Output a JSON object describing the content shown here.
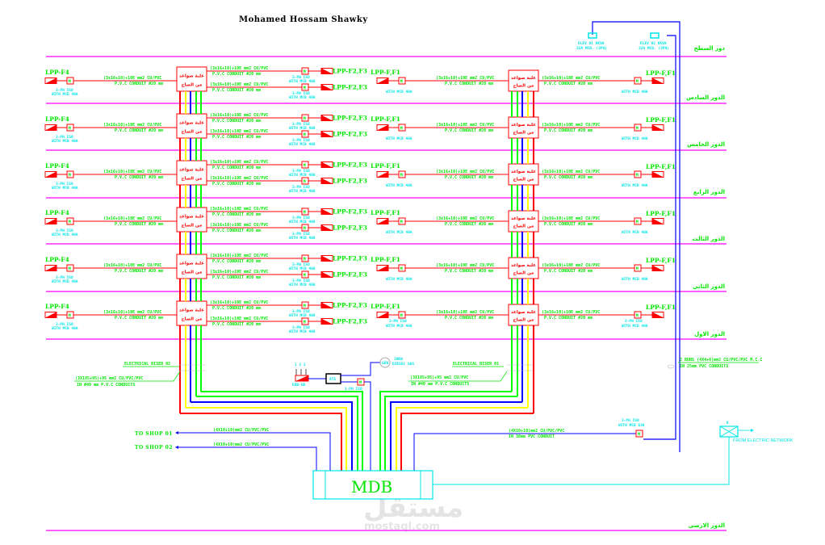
{
  "title": "Mohamed Hossam Shawky",
  "colors": {
    "floor_line": "#ff00ff",
    "feeder": "#ff0000",
    "label_green": "#00e600",
    "label_cyan": "#00e5e5",
    "bus_blue": "#0000ff",
    "bus_yellow": "#ffff00",
    "bus_green": "#00ff00",
    "bus_red": "#ff0000"
  },
  "floors": [
    {
      "name": "دور السطح"
    },
    {
      "name": "الدور السادس"
    },
    {
      "name": "الدور الخامس"
    },
    {
      "name": "الدور الرابع"
    },
    {
      "name": "الدور الثالث"
    },
    {
      "name": "الدور الثانى"
    },
    {
      "name": "الدور الاول"
    },
    {
      "name": "الدور الارضى"
    }
  ],
  "panel_label_line1": "علبة صواعد",
  "panel_label_line2": "من الصاج",
  "left_riser": {
    "lpp_left": "LPP-F4",
    "lpp_right": "LPP-F2,F3",
    "feeder_cable": "(3x16+10)+10E mm2 CU/PVC",
    "feeder_conduit": "P.V.C CONDUIT #20 mm",
    "branch_cable": "(3x16+10)+10E mm2 CU/PVC",
    "branch_conduit": "P.V.C CONDUIT #20 mm",
    "breaker_line1": "3-PH ISO",
    "breaker_line2": "WITH MCB 40A",
    "breaker_symbol": "M"
  },
  "right_riser": {
    "lpp_left": "LPP-F,F1",
    "lpp_right": "LPP-F,F1",
    "feeder_cable": "(3x16+10)+10E mm2 CU/PVC",
    "feeder_conduit": "P.V.C CONDUIT #20 mm",
    "breaker_line1": "3-PH ISO",
    "breaker_line2": "WITH MCB 40A",
    "breaker_symbol": "M"
  },
  "elevators": [
    {
      "line1": "ELEV 01 6KVA",
      "line2": "32A MCB. (3PH)"
    },
    {
      "line1": "ELEV 02 6KVA",
      "line2": "32A MCB. (3PH)"
    }
  ],
  "risers_main": {
    "left_label": "ELECTRICAL RISER 02",
    "left_cable": "(3X185+95)+95 mm2 CU/PVC/PVC",
    "left_conduit": "IN #40 mm P.V.C CONDUITS",
    "right_label": "ELECTRICAL RISER 01",
    "right_cable": "(3X185+95)+95 mm2 CU/PVC",
    "right_conduit": "IN #40 mm P.V.C CONDUITS"
  },
  "generator": {
    "phases": "1 2 3",
    "panel_label": "EDB-GR",
    "ats_label": "ATS",
    "breaker_label": "1-PH ISO",
    "gen_symbol": "GEN",
    "gen_line1": "10KW",
    "gen_line2": "DIESEL GAS"
  },
  "mcc": {
    "line1": "2 RUNS (4X4+6)mm2 CU/PVC/PVC M.C.C",
    "line2": "IN 25mm PVC CONDUITS"
  },
  "shops": [
    {
      "label": "TO SHOP 01",
      "cable": "(4X10+10)mm2 CU/PVC/PVC"
    },
    {
      "label": "TO SHOP 02",
      "cable": "(4X10+10)mm2 CU/PVC/PVC"
    }
  ],
  "incomer": {
    "cable": "(4X10+10)mm2 CU/PVC/PVC",
    "conduit": "IN 38mm PVC CONDUIT",
    "breaker_line1": "3-PH ISO",
    "breaker_line2": "WITH MCB 63A",
    "breaker_symbol": "M"
  },
  "network": {
    "symbol": "K",
    "label": "FROM ELECTRIC NETWORK"
  },
  "mdb_label": "MDB",
  "watermark": {
    "arabic": "مستقل",
    "latin": "mostaql.com"
  }
}
